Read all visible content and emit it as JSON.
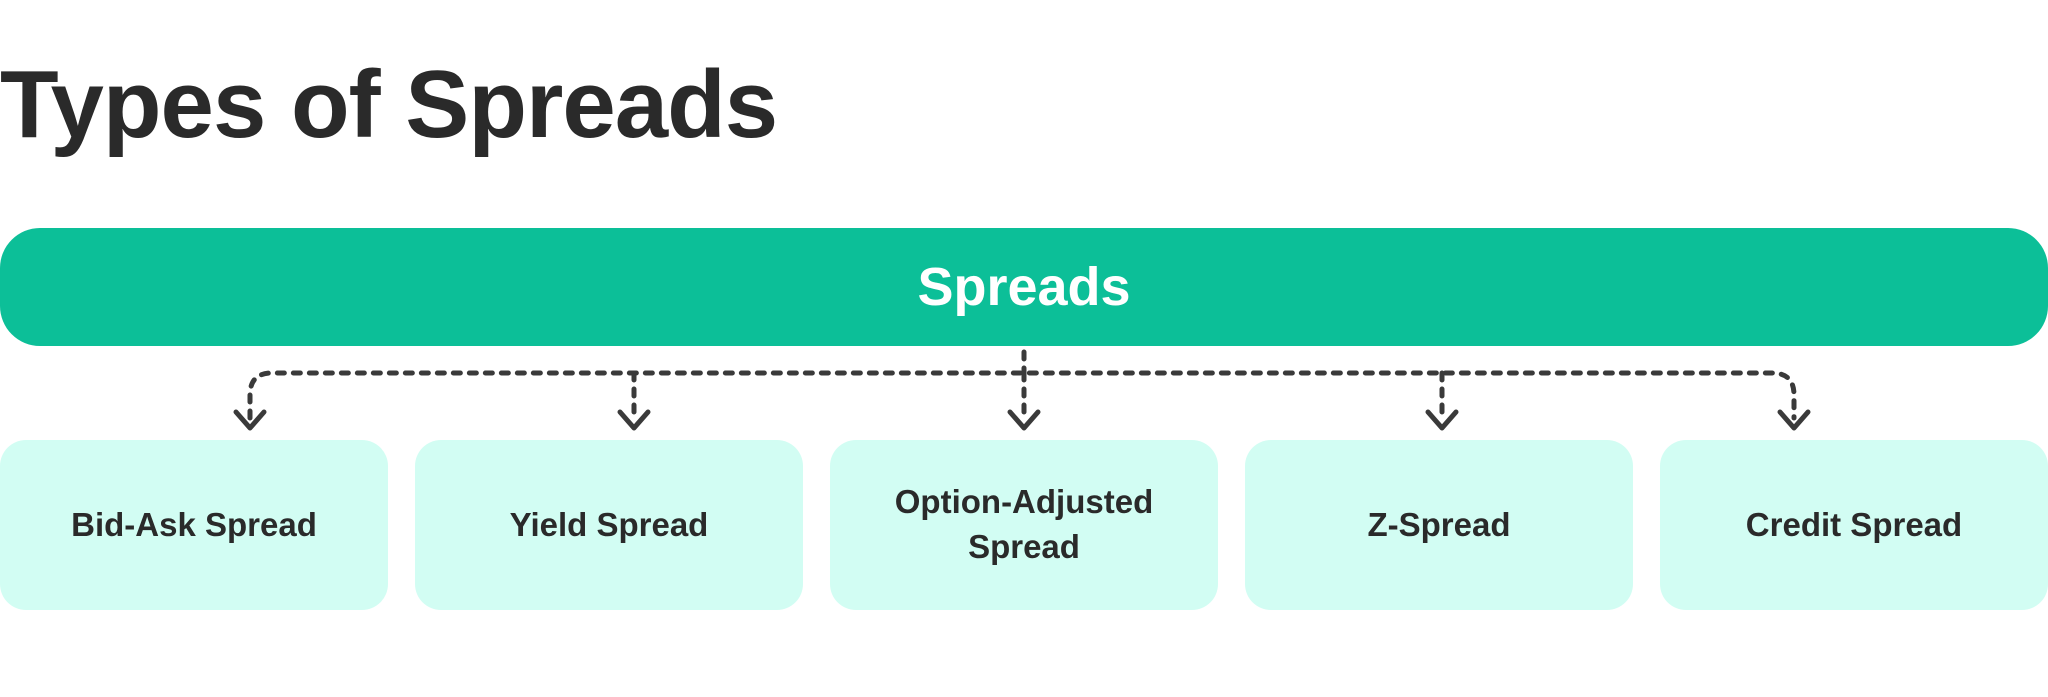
{
  "title": "Types of Spreads",
  "colors": {
    "title_text": "#2a2a2a",
    "root_fill": "#0cbf98",
    "root_text": "#ffffff",
    "child_fill": "#d2fdf3",
    "child_text": "#2a2a2a",
    "connector": "#3a3a3a"
  },
  "root": {
    "label": "Spreads"
  },
  "children": [
    {
      "label": "Bid-Ask Spread"
    },
    {
      "label": "Yield Spread"
    },
    {
      "label": "Option-Adjusted Spread"
    },
    {
      "label": "Z-Spread"
    },
    {
      "label": "Credit Spread"
    }
  ]
}
